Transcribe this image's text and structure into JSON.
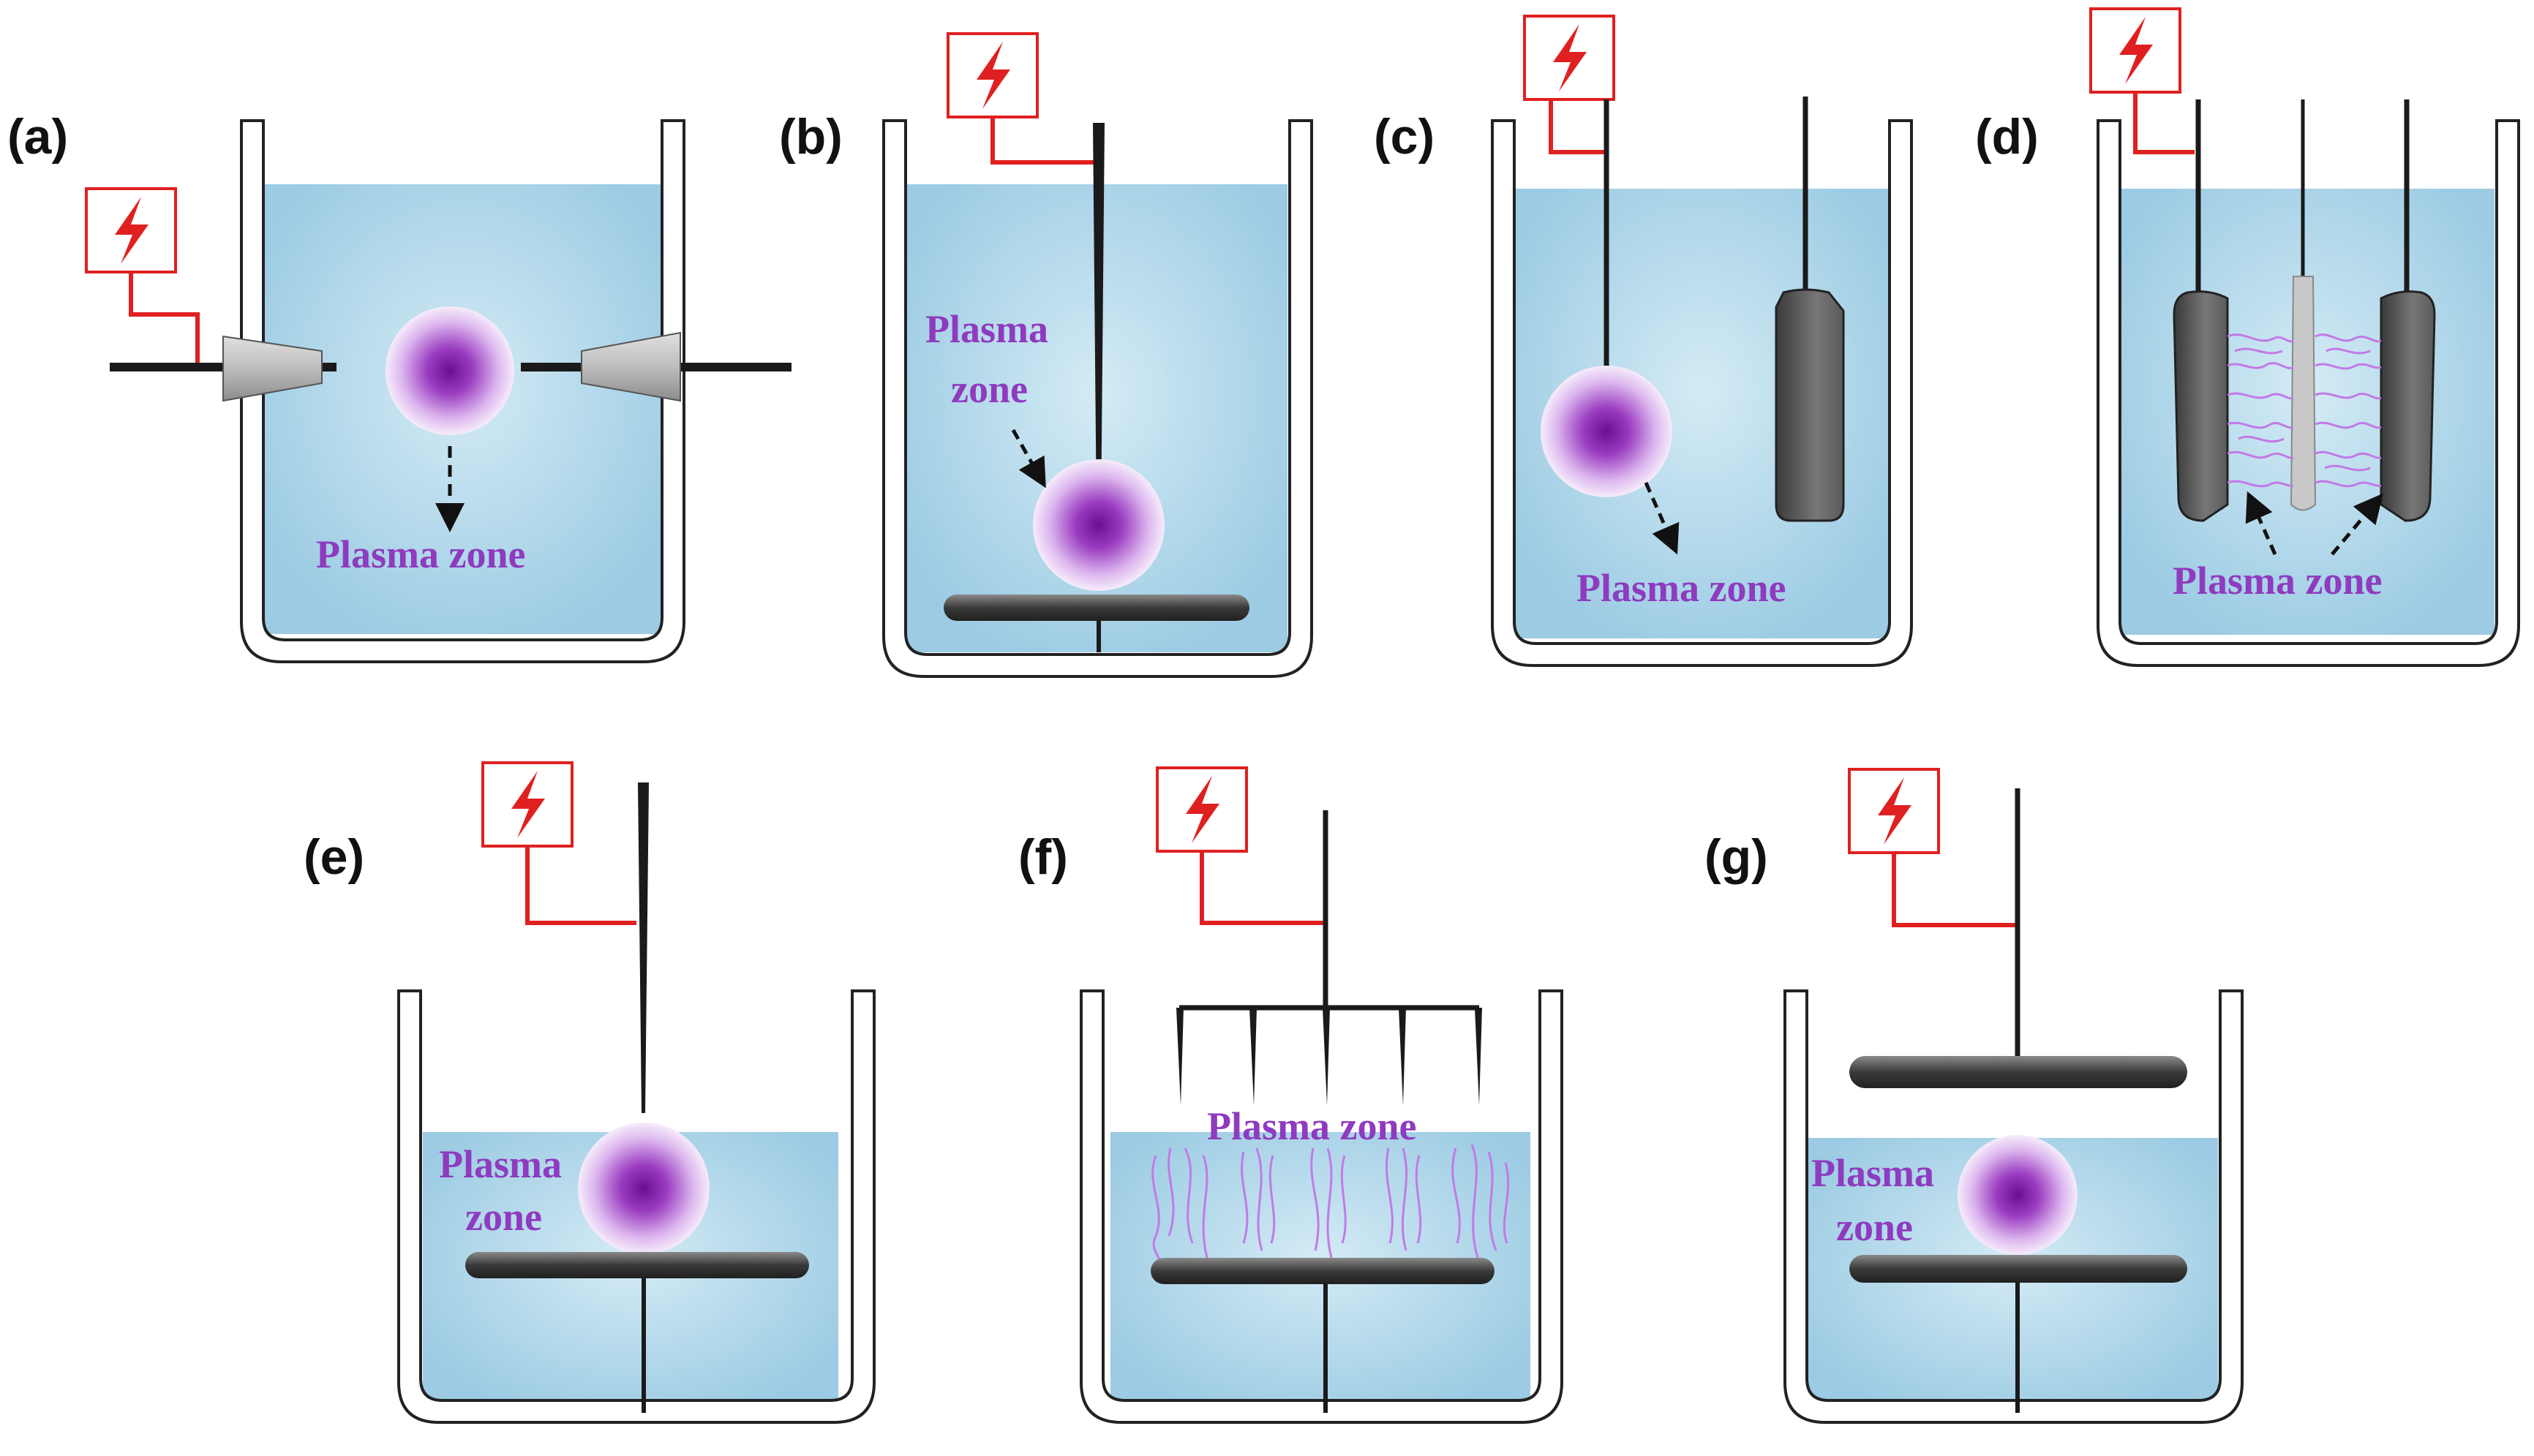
{
  "panels": [
    {
      "label": "(a)",
      "plasma_text": [
        "Plasma zone"
      ]
    },
    {
      "label": "(b)",
      "plasma_text": [
        "Plasma",
        "zone"
      ]
    },
    {
      "label": "(c)",
      "plasma_text": [
        "Plasma zone"
      ]
    },
    {
      "label": "(d)",
      "plasma_text": [
        "Plasma zone"
      ]
    },
    {
      "label": "(e)",
      "plasma_text": [
        "Plasma",
        "zone"
      ]
    },
    {
      "label": "(f)",
      "plasma_text": [
        "Plasma zone"
      ]
    },
    {
      "label": "(g)",
      "plasma_text": [
        "Plasma",
        "zone"
      ]
    }
  ],
  "icons": {
    "power_source": "lightning-bolt-icon"
  },
  "colors": {
    "water": "#a9d3e8",
    "wire": "#e32222",
    "electrode": "#1a1a1a",
    "plasma": "#7a1f9c",
    "plasma_text": "#8e3bbf"
  }
}
